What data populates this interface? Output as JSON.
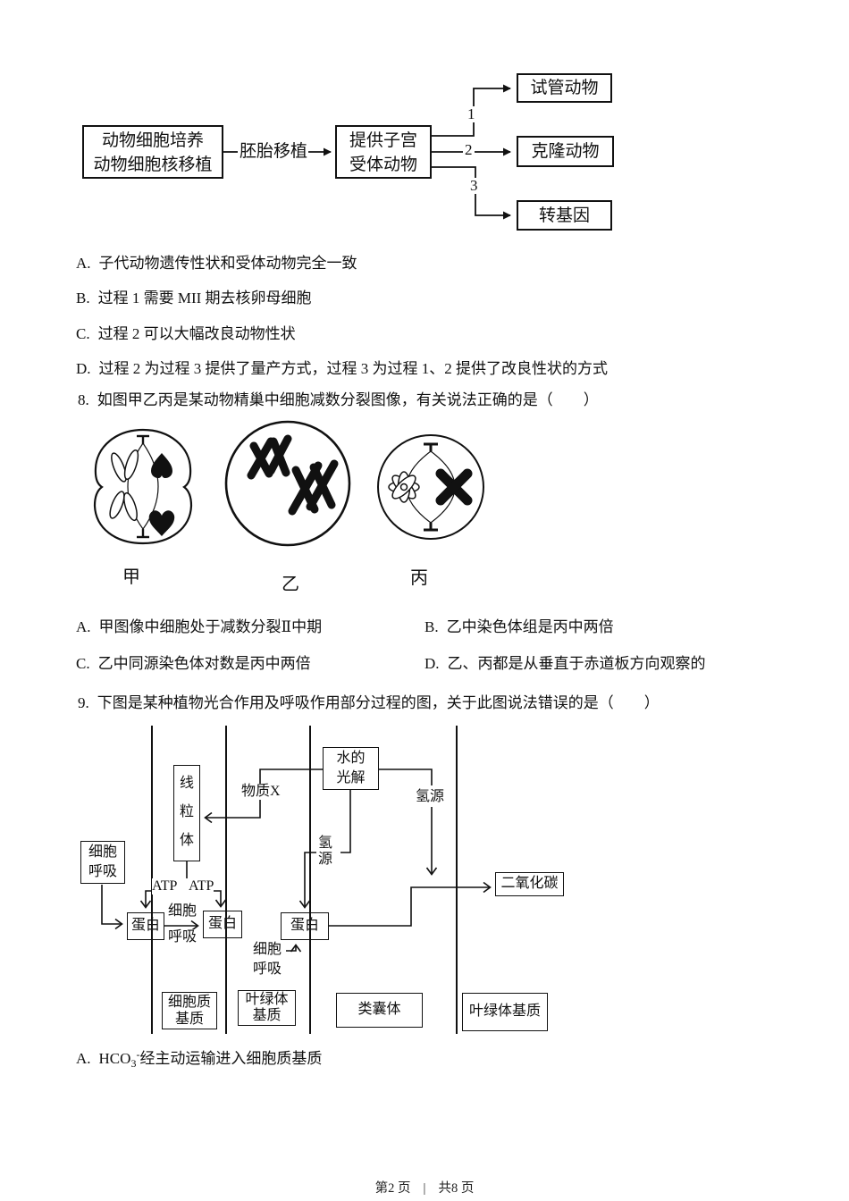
{
  "q7": {
    "flow": {
      "src_line1": "动物细胞培养",
      "src_line2": "动物细胞核移植",
      "edge": "胚胎移植",
      "mid_line1": "提供子宫",
      "mid_line2": "受体动物",
      "n1": "1",
      "n2": "2",
      "n3": "3",
      "out1": "试管动物",
      "out2": "克隆动物",
      "out3": "转基因"
    },
    "options": [
      {
        "label": "A.",
        "text": "子代动物遗传性状和受体动物完全一致"
      },
      {
        "label": "B.",
        "text": "过程 1 需要 MII 期去核卵母细胞"
      },
      {
        "label": "C.",
        "text": "过程 2 可以大幅改良动物性状"
      },
      {
        "label": "D.",
        "text": "过程 2 为过程 3 提供了量产方式，过程 3 为过程 1、2 提供了改良性状的方式"
      }
    ]
  },
  "q8": {
    "num": "8.",
    "stem": "如图甲乙丙是某动物精巢中细胞减数分裂图像，有关说法正确的是（　　）",
    "fig_labels": [
      "甲",
      "乙",
      "丙"
    ],
    "options": [
      {
        "label": "A.",
        "text": "甲图像中细胞处于减数分裂Ⅱ中期"
      },
      {
        "label": "B.",
        "text": "乙中染色体组是丙中两倍"
      },
      {
        "label": "C.",
        "text": "乙中同源染色体对数是丙中两倍"
      },
      {
        "label": "D.",
        "text": "乙、丙都是从垂直于赤道板方向观察的"
      }
    ]
  },
  "q9": {
    "num": "9.",
    "stem": "下图是某种植物光合作用及呼吸作用部分过程的图，关于此图说法错误的是（　　）",
    "diagram": {
      "cell_resp_l1": "细胞",
      "cell_resp_l2": "呼吸",
      "mitochondria": "线粒体",
      "water_l1": "水的",
      "water_l2": "光解",
      "substance_x": "物质X",
      "h_source": "氢源",
      "atp": "ATP",
      "protein": "蛋白",
      "co2": "二氧化碳",
      "cytosol_l1": "细胞质",
      "cytosol_l2": "基质",
      "stroma_l1": "叶绿体",
      "stroma_l2": "基质",
      "thylakoid": "类囊体",
      "stroma": "叶绿体基质"
    },
    "optionA": {
      "label": "A.",
      "base": "HCO",
      "sub": "3",
      "sup": "-",
      "text": "经主动运输进入细胞质基质"
    }
  },
  "footer": {
    "page": "第2 页",
    "divider": "|",
    "total": "共8 页"
  }
}
